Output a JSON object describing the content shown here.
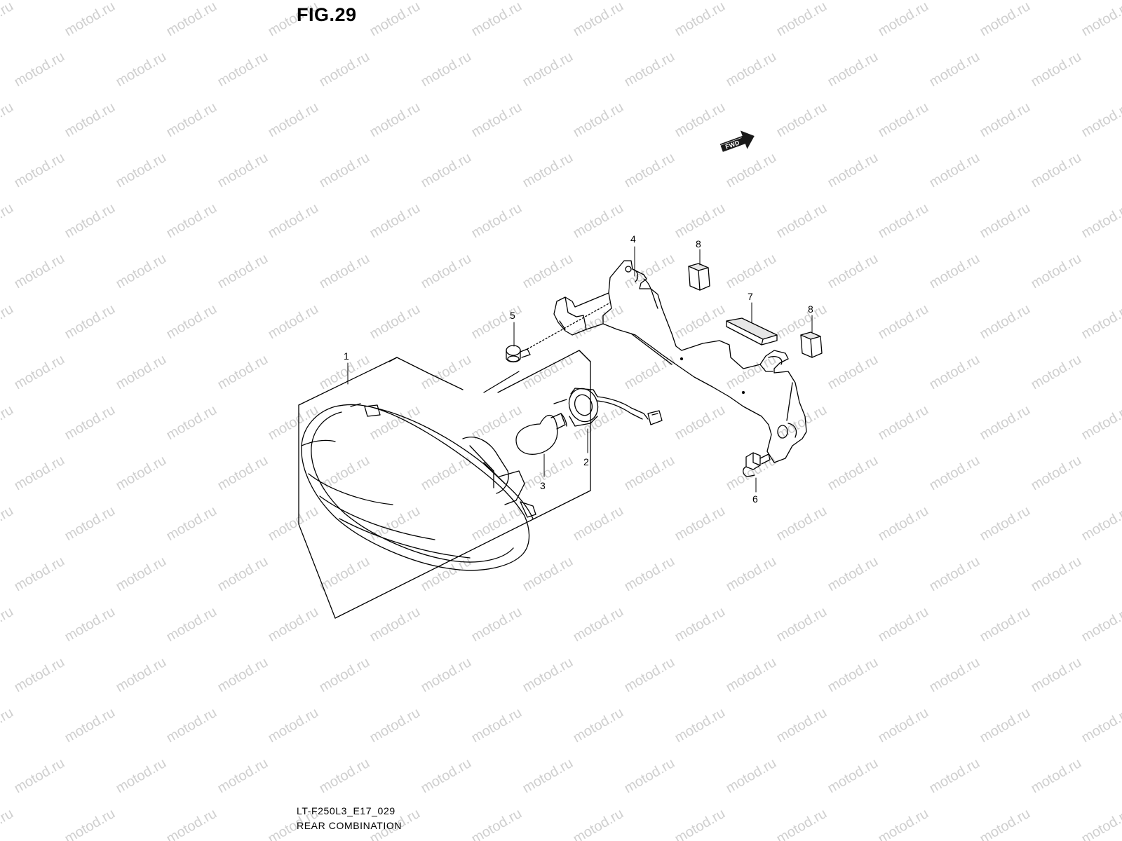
{
  "figure": {
    "title": "FIG.29",
    "model_code": "LT-F250L3_E17_029",
    "caption": "REAR COMBINATION"
  },
  "watermark_text": "motod.ru",
  "fwd_arrow_text": "FWD",
  "callouts": {
    "c1": "1",
    "c2": "2",
    "c3": "3",
    "c4": "4",
    "c5": "5",
    "c6": "6",
    "c7": "7",
    "c8a": "8",
    "c8b": "8"
  },
  "colors": {
    "line": "#000000",
    "watermark": "#c8c8c8",
    "pad": "#e6e6e6"
  }
}
